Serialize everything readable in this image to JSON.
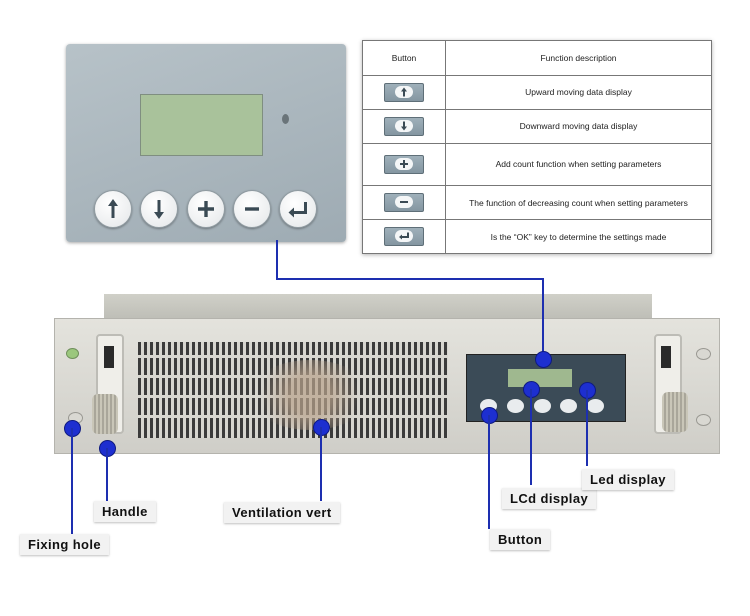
{
  "zoom_panel": {
    "buttons": [
      "arrow-up-icon",
      "arrow-down-icon",
      "plus-icon",
      "minus-icon",
      "enter-icon"
    ]
  },
  "table": {
    "header": {
      "button": "Button",
      "description": "Function description"
    },
    "rows": [
      {
        "icon": "arrow-up-icon",
        "description": "Upward moving data display"
      },
      {
        "icon": "arrow-down-icon",
        "description": "Downward moving data display"
      },
      {
        "icon": "plus-icon",
        "description": "Add count function when setting parameters"
      },
      {
        "icon": "minus-icon",
        "description": "The function of decreasing count when setting parameters"
      },
      {
        "icon": "enter-icon",
        "description": "Is the “OK” key to determine the settings made"
      }
    ]
  },
  "labels": {
    "fixing_hole": "Fixing hole",
    "handle": "Handle",
    "ventilation": "Ventilation vert",
    "button": "Button",
    "lcd": "LCd display",
    "led": "Led display"
  },
  "colors": {
    "callout": "#1d2fd0",
    "panel": "#a6b2b9",
    "lcd": "#a9c29b",
    "unit": "#dcdbd5"
  }
}
